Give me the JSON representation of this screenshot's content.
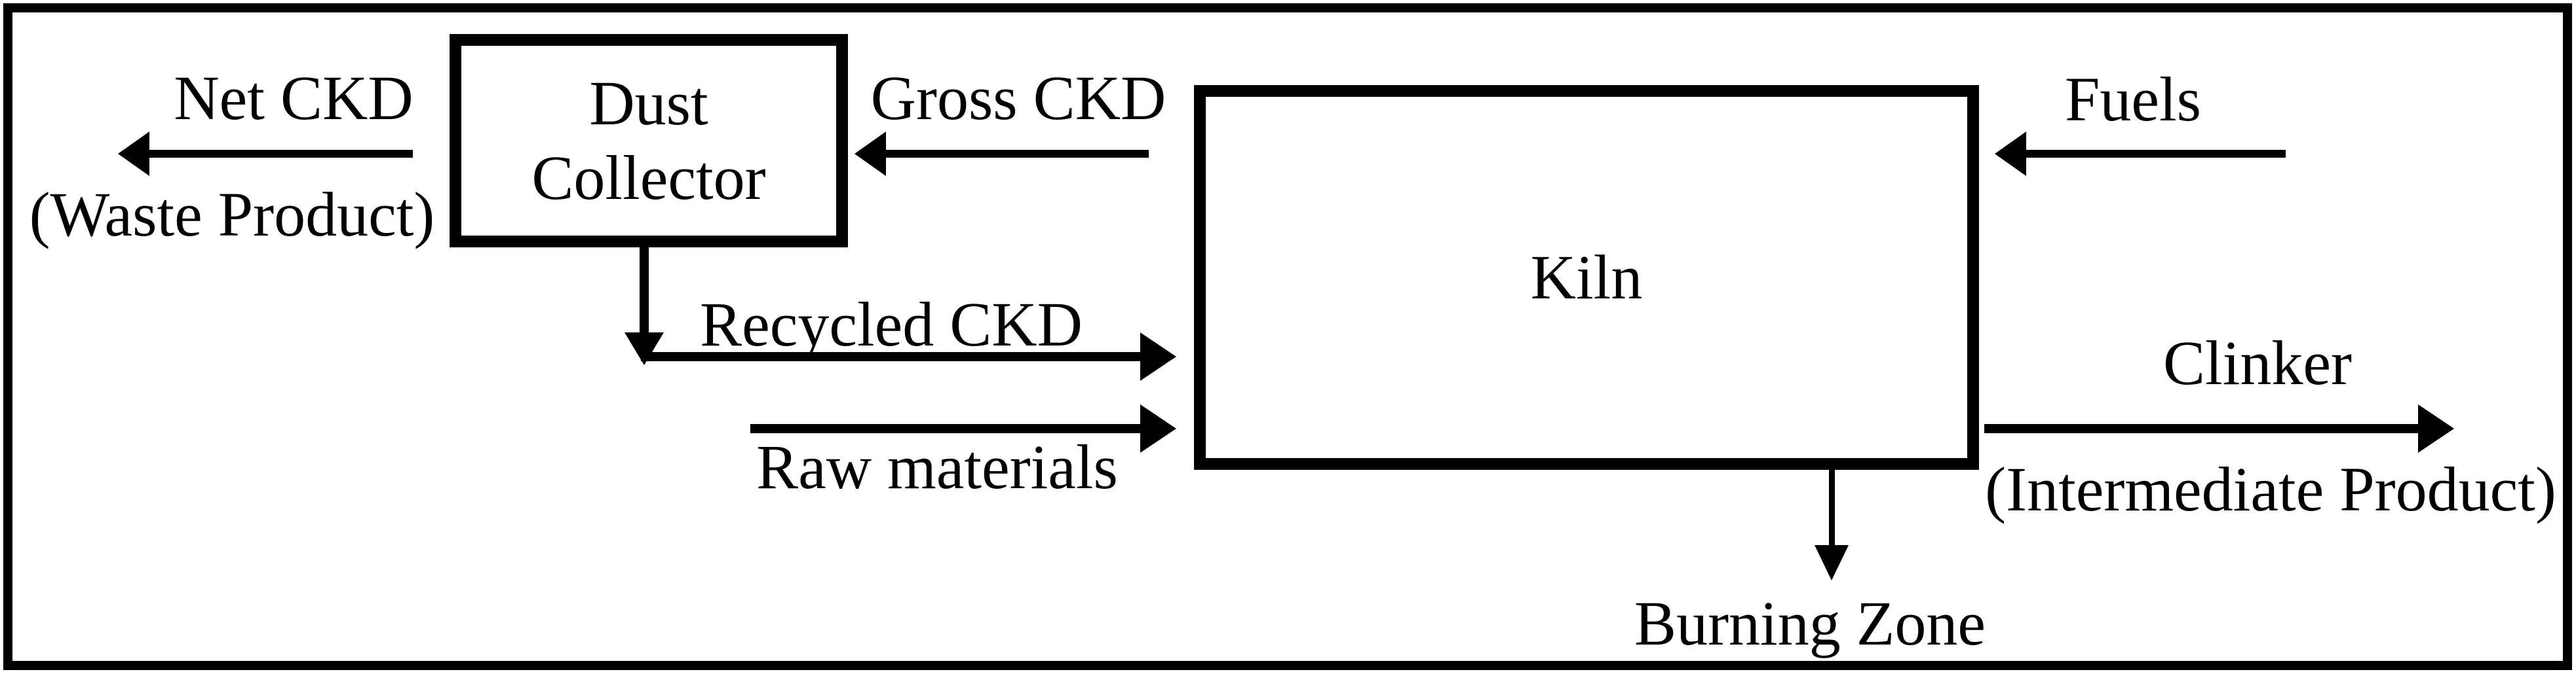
{
  "diagram_type": "process-flow",
  "colors": {
    "ink": "#000000",
    "background": "#ffffff"
  },
  "boxes": {
    "dust_collector": {
      "line1": "Dust",
      "line2": "Collector"
    },
    "kiln": {
      "label": "Kiln"
    }
  },
  "labels": {
    "net_ckd": "Net CKD",
    "waste_product": "(Waste Product)",
    "gross_ckd": "Gross CKD",
    "recycled_ckd": "Recycled CKD",
    "raw_materials": "Raw materials",
    "fuels": "Fuels",
    "clinker": "Clinker",
    "intermediate_product": "(Intermediate Product)",
    "burning_zone": "Burning Zone"
  },
  "flows": [
    {
      "id": "net_ckd",
      "label": "Net CKD",
      "sublabel": "(Waste Product)",
      "from": "Dust Collector",
      "to": "outside-left",
      "direction": "left"
    },
    {
      "id": "gross_ckd",
      "label": "Gross CKD",
      "from": "Kiln",
      "to": "Dust Collector",
      "direction": "left"
    },
    {
      "id": "recycled_ckd",
      "label": "Recycled CKD",
      "from": "Dust Collector",
      "to": "Kiln",
      "direction": "down-then-right"
    },
    {
      "id": "raw_materials",
      "label": "Raw materials",
      "from": "outside-left",
      "to": "Kiln",
      "direction": "right"
    },
    {
      "id": "fuels",
      "label": "Fuels",
      "from": "outside-right",
      "to": "Kiln",
      "direction": "left"
    },
    {
      "id": "clinker",
      "label": "Clinker",
      "sublabel": "(Intermediate Product)",
      "from": "Kiln",
      "to": "outside-right",
      "direction": "right"
    },
    {
      "id": "burning_zone",
      "label": "Burning Zone",
      "from": "Kiln",
      "to": "below",
      "direction": "down"
    }
  ]
}
